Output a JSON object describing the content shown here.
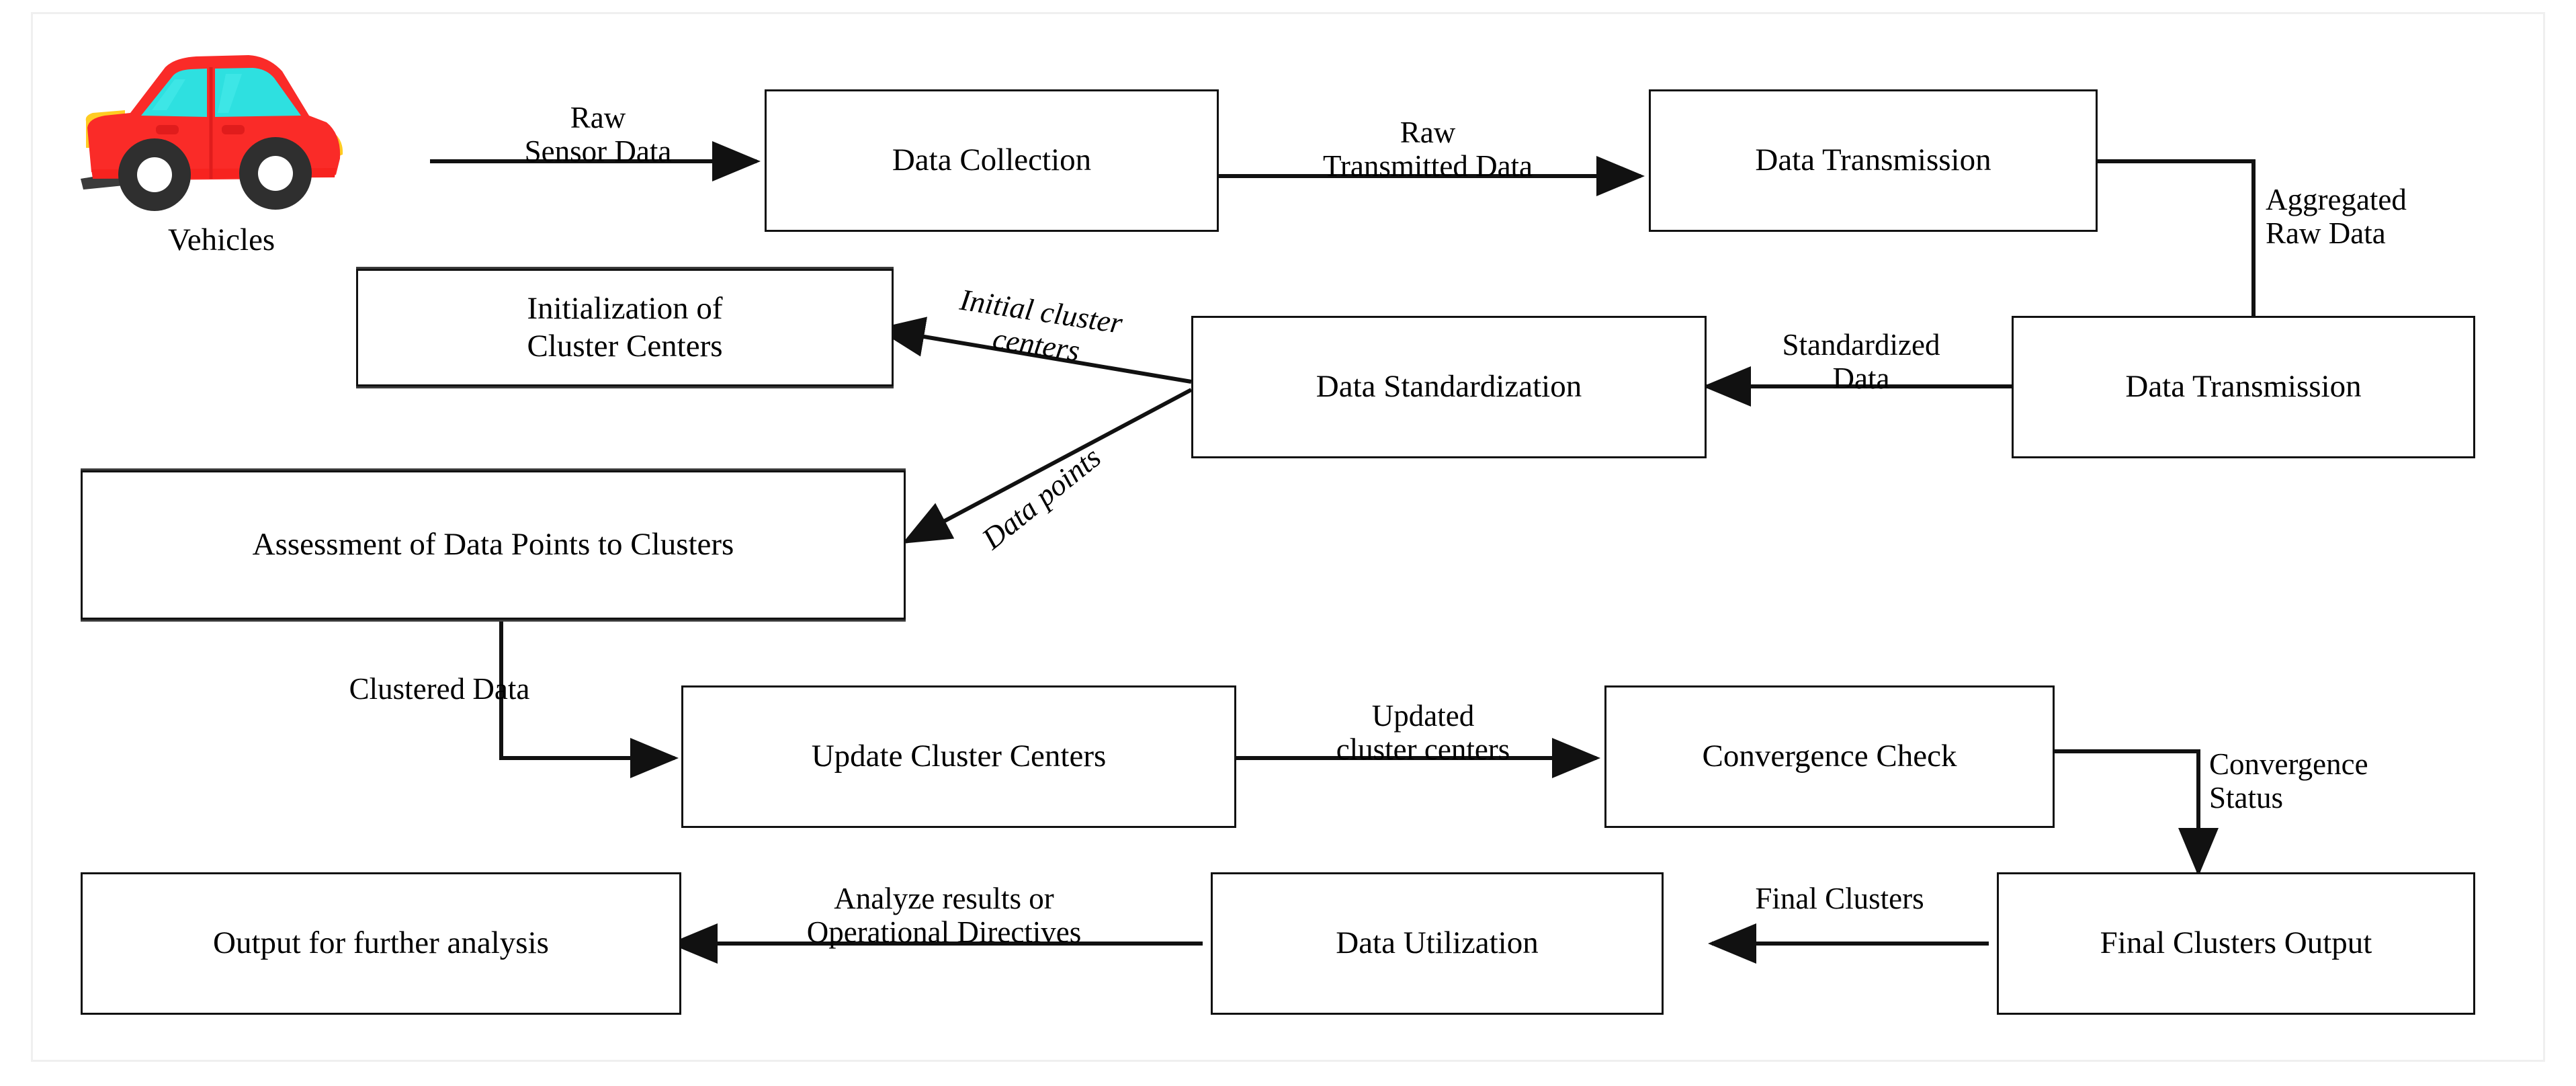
{
  "diagram": {
    "title": "Vehicle sensor data clustering pipeline",
    "colors": {
      "box_border": "#111111",
      "edge_stroke": "#111111",
      "car_body": "#fa2b28",
      "car_window": "#2ee0e0",
      "car_headlight": "#ffcc22",
      "car_wheel": "#3b3b3b",
      "frame": "#efefef",
      "background": "#ffffff"
    },
    "source_caption": "Vehicles",
    "nodes": [
      {
        "id": "data-collection",
        "label": "Data Collection"
      },
      {
        "id": "data-transmission-1",
        "label": "Data Transmission"
      },
      {
        "id": "data-transmission-2",
        "label": "Data Transmission"
      },
      {
        "id": "data-standardization",
        "label": "Data Standardization"
      },
      {
        "id": "initialization-of-cluster-centers",
        "label": "Initialization of\nCluster Centers"
      },
      {
        "id": "assessment-of-data-points-to-clusters",
        "label": "Assessment of Data Points to Clusters"
      },
      {
        "id": "update-cluster-centers",
        "label": "Update Cluster Centers"
      },
      {
        "id": "convergence-check",
        "label": "Convergence Check"
      },
      {
        "id": "final-clusters-output",
        "label": "Final Clusters Output"
      },
      {
        "id": "data-utilization",
        "label": "Data Utilization"
      },
      {
        "id": "output-for-further-analysis",
        "label": "Output for further analysis"
      }
    ],
    "edges": [
      {
        "id": "raw-sensor-data",
        "label": "Raw\nSensor Data",
        "from": "vehicles",
        "to": "data-collection"
      },
      {
        "id": "raw-transmitted-data",
        "label": "Raw\nTransmitted Data",
        "from": "data-collection",
        "to": "data-transmission-1"
      },
      {
        "id": "aggregated-raw-data",
        "label": "Aggregated\nRaw Data",
        "from": "data-transmission-1",
        "to": "data-transmission-2"
      },
      {
        "id": "standardized-data",
        "label": "Standardized\nData",
        "from": "data-transmission-2",
        "to": "data-standardization"
      },
      {
        "id": "initial-cluster-centers",
        "label": "Initial cluster\ncenters",
        "from": "data-standardization",
        "to": "initialization-of-cluster-centers"
      },
      {
        "id": "data-points",
        "label": "Data points",
        "from": "data-standardization",
        "to": "assessment-of-data-points-to-clusters"
      },
      {
        "id": "clustered-data",
        "label": "Clustered  Data",
        "from": "assessment-of-data-points-to-clusters",
        "to": "update-cluster-centers"
      },
      {
        "id": "updated-cluster-centers",
        "label": "Updated\ncluster centers",
        "from": "update-cluster-centers",
        "to": "convergence-check"
      },
      {
        "id": "convergence-status",
        "label": "Convergence\nStatus",
        "from": "convergence-check",
        "to": "final-clusters-output"
      },
      {
        "id": "final-clusters",
        "label": "Final Clusters",
        "from": "final-clusters-output",
        "to": "data-utilization"
      },
      {
        "id": "analyze-results-or-operational-directives",
        "label": "Analyze results or\nOperational Directives",
        "from": "data-utilization",
        "to": "output-for-further-analysis"
      }
    ]
  }
}
